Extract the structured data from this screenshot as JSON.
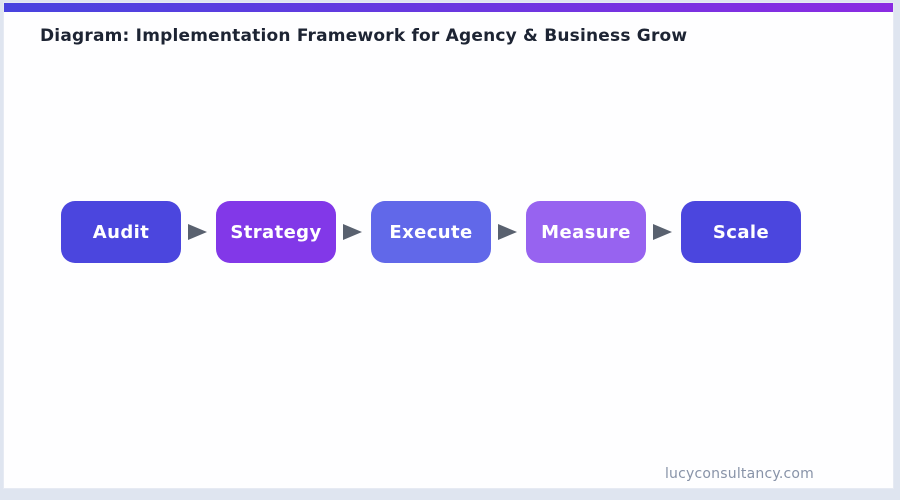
{
  "header": {
    "title": "Diagram: Implementation Framework for Agency & Business Grow"
  },
  "flow": {
    "type": "process-flow",
    "direction": "left-to-right",
    "connector_icon": "triangle-right-arrow",
    "steps": [
      {
        "label": "Audit",
        "color": "#4b46de"
      },
      {
        "label": "Strategy",
        "color": "#8238e8"
      },
      {
        "label": "Execute",
        "color": "#6168e9"
      },
      {
        "label": "Measure",
        "color": "#9763f0"
      },
      {
        "label": "Scale",
        "color": "#4b46de"
      }
    ]
  },
  "footer": {
    "website": "lucyconsultancy.com"
  },
  "colors": {
    "page_background": "#dfe5f0",
    "card_background": "#fefeff",
    "topbar_gradient_start": "#4843df",
    "topbar_gradient_end": "#8a2be2",
    "title_text": "#1d2433",
    "footer_text": "#8893a8",
    "arrow": "#59616f",
    "step_text": "#ffffff"
  }
}
